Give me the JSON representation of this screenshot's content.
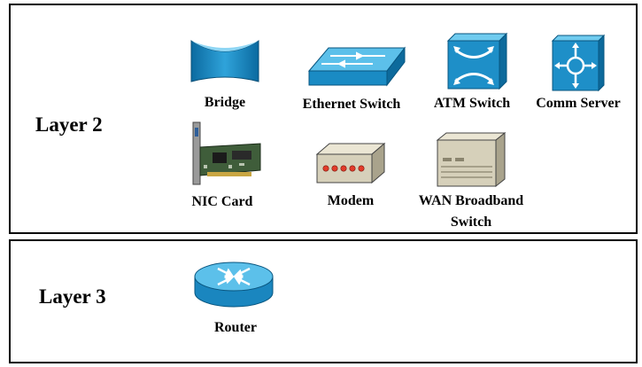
{
  "layers": [
    {
      "label": "Layer 2"
    },
    {
      "label": "Layer 3"
    }
  ],
  "devices": {
    "bridge": "Bridge",
    "ethernet_switch": "Ethernet Switch",
    "atm_switch": "ATM Switch",
    "comm_server": "Comm Server",
    "nic_card": "NIC Card",
    "modem": "Modem",
    "wan_broadband_switch_line1": "WAN Broadband",
    "wan_broadband_switch_line2": "Switch",
    "router": "Router"
  },
  "colors": {
    "device_blue": "#1e8fc8",
    "device_light_blue": "#6cc6ec",
    "device_dark_blue": "#0a5f8c",
    "beige": "#d8d2bd",
    "modem_led": "#e23b2a",
    "border": "#000000"
  },
  "icons": [
    "bridge-icon",
    "ethernet-switch-icon",
    "atm-switch-icon",
    "comm-server-icon",
    "nic-card-icon",
    "modem-icon",
    "wan-broadband-switch-icon",
    "router-icon"
  ]
}
